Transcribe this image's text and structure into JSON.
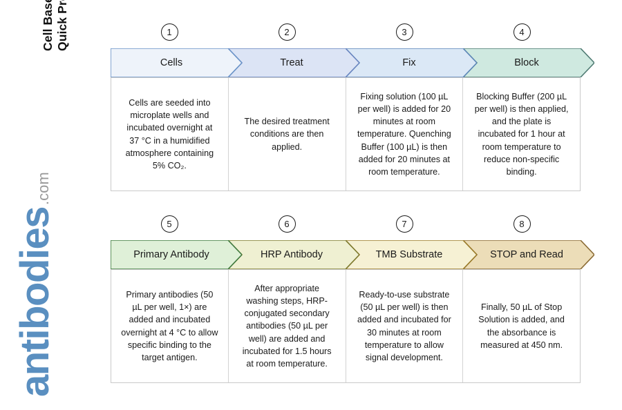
{
  "title": "Cell Based ELISA Kits\nQuick Protocol",
  "logo": {
    "word": "antibodies",
    "tld": ".com",
    "color": "#5a8fc0",
    "tld_color": "#9a9a9a"
  },
  "rows": [
    {
      "id": "row-1",
      "steps": [
        {
          "number": "1",
          "label": "Cells",
          "fill": "#eef3fa",
          "stroke": "#6a93c8",
          "text": "Cells are seeded into microplate wells and incubated overnight at 37 °C in a humidified atmosphere containing 5% CO₂."
        },
        {
          "number": "2",
          "label": "Treat",
          "fill": "#dce4f5",
          "stroke": "#6a86c0",
          "text": "The desired treatment conditions are then applied."
        },
        {
          "number": "3",
          "label": "Fix",
          "fill": "#dbe8f6",
          "stroke": "#5c86b8",
          "text": "Fixing solution (100 µL per well) is added for 20 minutes at room temperature. Quenching Buffer (100 µL) is then added for 20 minutes at room temperature."
        },
        {
          "number": "4",
          "label": "Block",
          "fill": "#cfe9e0",
          "stroke": "#4e7a72",
          "text": "Blocking Buffer (200 µL per well) is then applied, and the plate is incubated for 1 hour at room temperature to reduce non-specific binding."
        }
      ]
    },
    {
      "id": "row-2",
      "steps": [
        {
          "number": "5",
          "label": "Primary Antibody",
          "fill": "#dff0d8",
          "stroke": "#3f7a3f",
          "text": "Primary antibodies (50 µL per well, 1×) are added and incubated overnight at 4 °C to allow specific binding to the target antigen."
        },
        {
          "number": "6",
          "label": "HRP Antibody",
          "fill": "#eff0d2",
          "stroke": "#7d7a2e",
          "text": "After appropriate washing steps, HRP-conjugated secondary antibodies (50 µL per well) are added and incubated for 1.5 hours at room temperature."
        },
        {
          "number": "7",
          "label": "TMB Substrate",
          "fill": "#f6f1d4",
          "stroke": "#9a7a28",
          "text": "Ready-to-use substrate (50 µL per well) is then added and incubated for 30 minutes at room temperature to allow signal development."
        },
        {
          "number": "8",
          "label": "STOP and Read",
          "fill": "#ecddb8",
          "stroke": "#8a6a33",
          "text": "Finally, 50 µL of Stop Solution is added, and the absorbance is measured at 450 nm."
        }
      ]
    }
  ]
}
